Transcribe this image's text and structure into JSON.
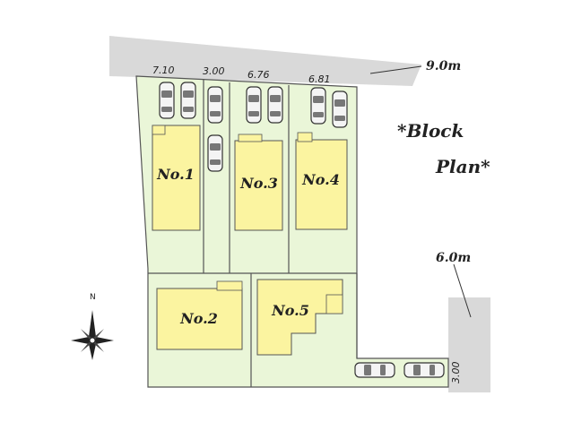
{
  "title": {
    "line1": "*Block",
    "line2": "Plan*"
  },
  "roads": {
    "top_width": "9.0m",
    "right_width": "6.0m"
  },
  "frontage": {
    "lot1": "7.10",
    "passage": "3.00",
    "lot3": "6.76",
    "lot4": "6.81",
    "side_passage": "3.00"
  },
  "lots": [
    {
      "id": "lot-1",
      "label": "No.1"
    },
    {
      "id": "lot-2",
      "label": "No.2"
    },
    {
      "id": "lot-3",
      "label": "No.3"
    },
    {
      "id": "lot-4",
      "label": "No.4"
    },
    {
      "id": "lot-5",
      "label": "No.5"
    }
  ],
  "compass": {
    "north": "N"
  },
  "colors": {
    "lot_fill": "#eaf6d8",
    "house_fill": "#fbf4a0",
    "road_fill": "#d9d9d9",
    "outline": "#555555"
  }
}
